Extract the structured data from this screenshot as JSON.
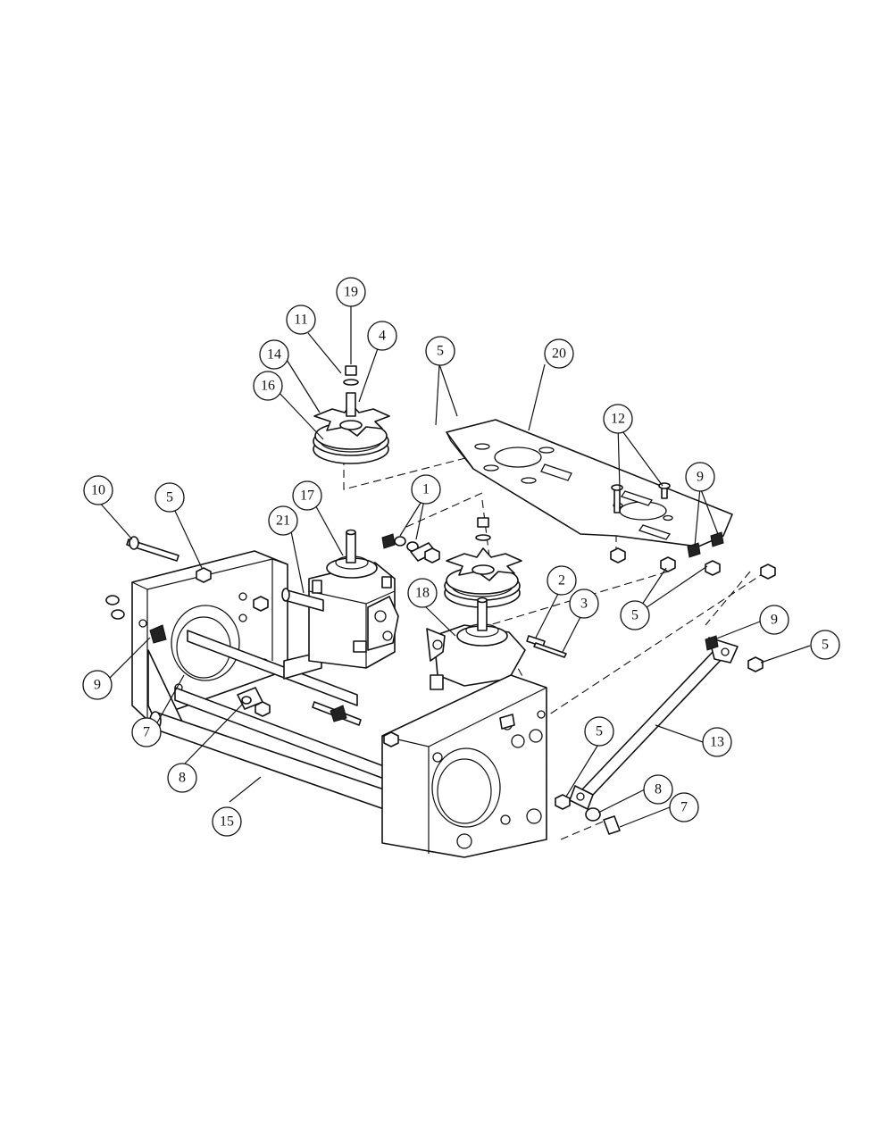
{
  "diagram": {
    "callouts": [
      {
        "id": "c19",
        "label": "19"
      },
      {
        "id": "c11",
        "label": "11"
      },
      {
        "id": "c4",
        "label": "4"
      },
      {
        "id": "c14",
        "label": "14"
      },
      {
        "id": "c16",
        "label": "16"
      },
      {
        "id": "c5a",
        "label": "5"
      },
      {
        "id": "c20",
        "label": "20"
      },
      {
        "id": "c12",
        "label": "12"
      },
      {
        "id": "c9a",
        "label": "9"
      },
      {
        "id": "c10",
        "label": "10"
      },
      {
        "id": "c5b",
        "label": "5"
      },
      {
        "id": "c17",
        "label": "17"
      },
      {
        "id": "c1",
        "label": "1"
      },
      {
        "id": "c21",
        "label": "21"
      },
      {
        "id": "c18",
        "label": "18"
      },
      {
        "id": "c2",
        "label": "2"
      },
      {
        "id": "c3",
        "label": "3"
      },
      {
        "id": "c5c",
        "label": "5"
      },
      {
        "id": "c9b",
        "label": "9"
      },
      {
        "id": "c5d",
        "label": "5"
      },
      {
        "id": "c9c",
        "label": "9"
      },
      {
        "id": "c7a",
        "label": "7"
      },
      {
        "id": "c8a",
        "label": "8"
      },
      {
        "id": "c13",
        "label": "13"
      },
      {
        "id": "c15",
        "label": "15"
      },
      {
        "id": "c5e",
        "label": "5"
      },
      {
        "id": "c8b",
        "label": "8"
      },
      {
        "id": "c7b",
        "label": "7"
      }
    ]
  }
}
